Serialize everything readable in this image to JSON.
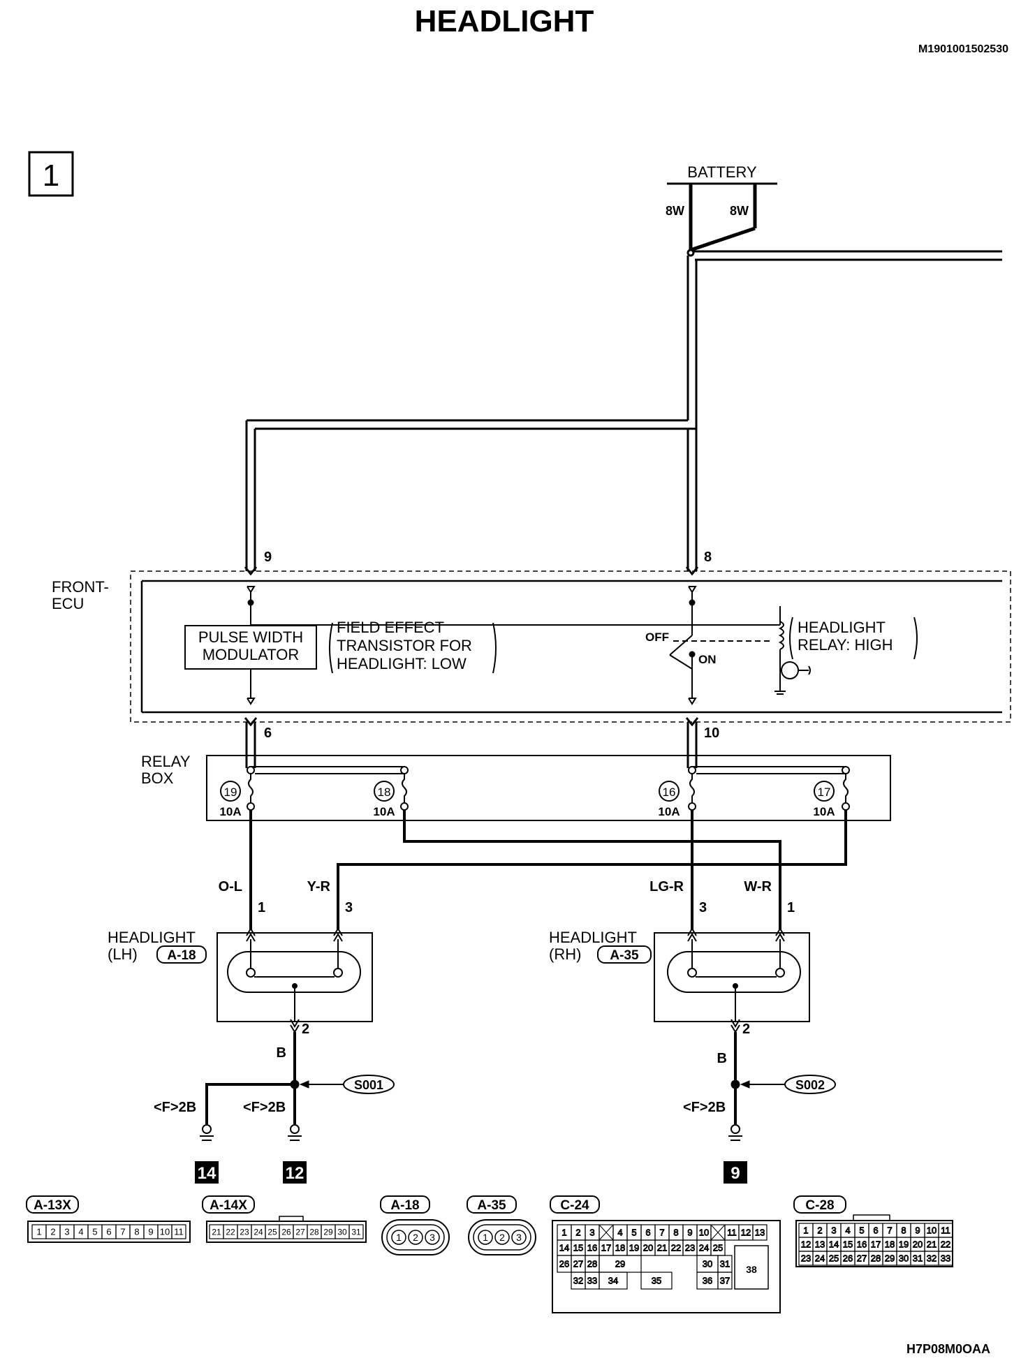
{
  "page": {
    "title": "HEADLIGHT",
    "doc_code": "M1901001502530",
    "figure_code": "H7P08M0OAA",
    "section_number": "1"
  },
  "battery": {
    "label": "BATTERY",
    "wire_left": "8W",
    "wire_right": "8W"
  },
  "front_ecu": {
    "label_line1": "FRONT-",
    "label_line2": "ECU",
    "pin_left_in": "9",
    "pin_right_in": "8",
    "pin_left_out": "6",
    "pin_right_out": "10",
    "pwm_line1": "PULSE WIDTH",
    "pwm_line2": "MODULATOR",
    "fet_line1": "FIELD EFFECT",
    "fet_line2": "TRANSISTOR FOR",
    "fet_line3": "HEADLIGHT: LOW",
    "switch_off": "OFF",
    "switch_on": "ON",
    "relay_line1": "HEADLIGHT",
    "relay_line2": "RELAY: HIGH"
  },
  "relay_box": {
    "label_line1": "RELAY",
    "label_line2": "BOX",
    "fuses": [
      {
        "number": "19",
        "rating": "10A"
      },
      {
        "number": "18",
        "rating": "10A"
      },
      {
        "number": "16",
        "rating": "10A"
      },
      {
        "number": "17",
        "rating": "10A"
      }
    ]
  },
  "wires": {
    "o_l": "O-L",
    "y_r": "Y-R",
    "lg_r": "LG-R",
    "w_r": "W-R",
    "b_left": "B",
    "b_right": "B"
  },
  "headlight_lh": {
    "label_line1": "HEADLIGHT",
    "label_line2": "(LH)",
    "connector": "A-18",
    "pin_a": "1",
    "pin_b": "3",
    "pin_ground": "2"
  },
  "headlight_rh": {
    "label_line1": "HEADLIGHT",
    "label_line2": "(RH)",
    "connector": "A-35",
    "pin_a": "3",
    "pin_b": "1",
    "pin_ground": "2"
  },
  "splices": {
    "left": "S001",
    "right": "S002"
  },
  "grounds": {
    "ref_1": "<F>2B",
    "ref_2": "<F>2B",
    "ref_3": "<F>2B",
    "point_1": "14",
    "point_2": "12",
    "point_3": "9"
  },
  "connectors": {
    "a13x": {
      "label": "A-13X",
      "pins": [
        "1",
        "2",
        "3",
        "4",
        "5",
        "6",
        "7",
        "8",
        "9",
        "10",
        "11"
      ]
    },
    "a14x": {
      "label": "A-14X",
      "pins": [
        "21",
        "22",
        "23",
        "24",
        "25",
        "26",
        "27",
        "28",
        "29",
        "30",
        "31"
      ]
    },
    "a18": {
      "label": "A-18",
      "pins": [
        "1",
        "2",
        "3"
      ]
    },
    "a35": {
      "label": "A-35",
      "pins": [
        "1",
        "2",
        "3"
      ]
    },
    "c24": {
      "label": "C-24",
      "row1": [
        "1",
        "2",
        "3",
        "4",
        "5",
        "6",
        "7",
        "8",
        "9",
        "10",
        "11",
        "12",
        "13"
      ],
      "row2": [
        "14",
        "15",
        "16",
        "17",
        "18",
        "19",
        "20",
        "21",
        "22",
        "23",
        "24",
        "25"
      ],
      "row3": [
        "26",
        "27",
        "28",
        "29",
        "30",
        "31"
      ],
      "row4": [
        "32",
        "33",
        "34",
        "35",
        "36",
        "37"
      ],
      "big": "38"
    },
    "c28": {
      "label": "C-28",
      "row1": [
        "1",
        "2",
        "3",
        "4",
        "5",
        "6",
        "7",
        "8",
        "9",
        "10",
        "11"
      ],
      "row2": [
        "12",
        "13",
        "14",
        "15",
        "16",
        "17",
        "18",
        "19",
        "20",
        "21",
        "22"
      ],
      "row3": [
        "23",
        "24",
        "25",
        "26",
        "27",
        "28",
        "29",
        "30",
        "31",
        "32",
        "33"
      ]
    }
  }
}
